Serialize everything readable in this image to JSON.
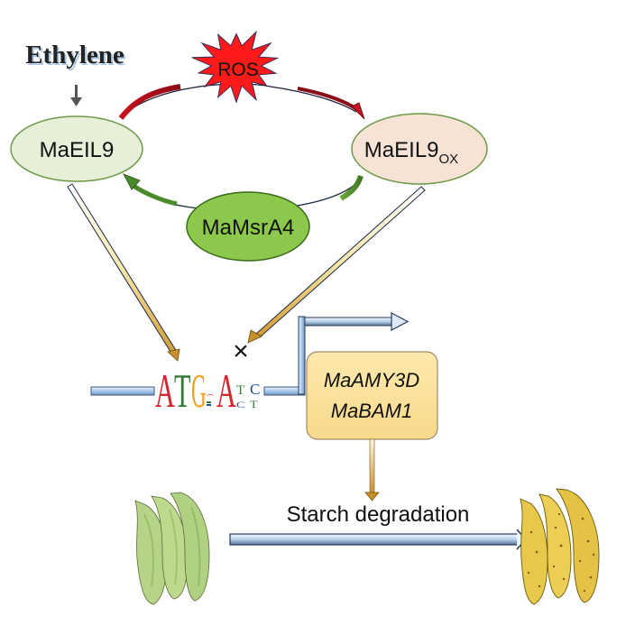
{
  "stimuli": {
    "ethylene": "Ethylene",
    "ros": "ROS"
  },
  "nodes": {
    "maeil9": {
      "label": "MaEIL9",
      "fill": "#e6f0d8"
    },
    "maeil9_ox": {
      "label": "MaEIL9",
      "subscript": "OX",
      "fill": "#f7e3d6"
    },
    "mamsra4": {
      "label": "MaMsrA4",
      "fill": "#8cc84b"
    }
  },
  "promoter_motif": {
    "letters": [
      {
        "char": "A",
        "color": "#d7262e"
      },
      {
        "char": "T",
        "color": "#2e7d32"
      },
      {
        "char": "G",
        "color": "#f0a020"
      },
      {
        "char": "A",
        "color": "#d7262e"
      }
    ],
    "spacer_glyph": "ᴬ",
    "stacked_positions": [
      {
        "top": "T",
        "bottom": "C",
        "top_color": "#2e7d32",
        "bottom_color": "#1d4f9e"
      },
      {
        "top": "C",
        "bottom": "T",
        "top_color": "#1d4f9e",
        "bottom_color": "#2e7d32"
      }
    ],
    "block_symbol": "×"
  },
  "target_genes": {
    "lines": [
      "MaAMY3D",
      "MaBAM1"
    ],
    "fill": "#fbe29a"
  },
  "process": {
    "label": "Starch degradation"
  },
  "bananas": {
    "unripe_color": "#b8d68a",
    "ripe_color": "#e9c94a"
  },
  "colors": {
    "oxidation_arrow": "#c8101e",
    "reduction_arrow": "#4a8a2a",
    "binding_arrow": "#d9a43a",
    "dna_line": "#a9c8e8"
  }
}
